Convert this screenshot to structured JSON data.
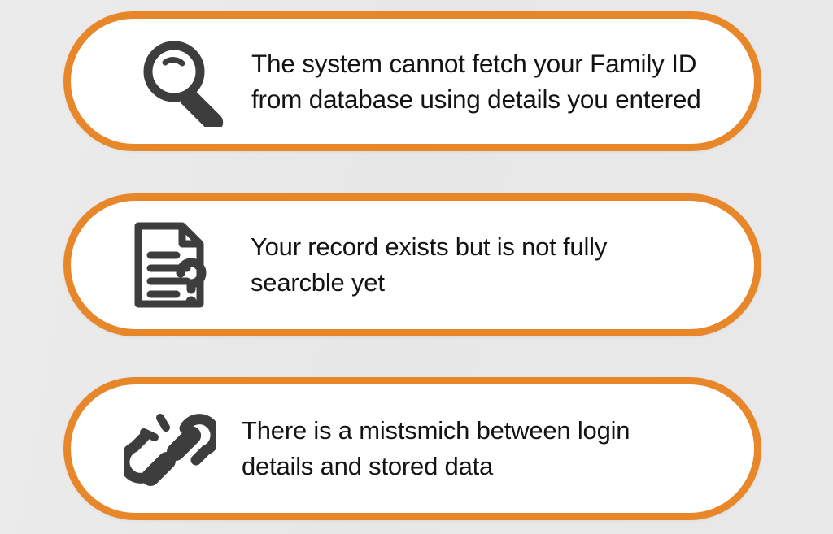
{
  "page": {
    "background_color": "#e9e9e9",
    "accent_color": "#e8862a",
    "card_background": "#ffffff",
    "text_color": "#131313",
    "icon_color": "#3d3d3d"
  },
  "cards": [
    {
      "icon": "magnifying-glass-icon",
      "text": "The system cannot fetch your Family ID\nfrom database using details you entered"
    },
    {
      "icon": "document-question-icon",
      "text": "Your record exists but is not fully\nsearcble yet"
    },
    {
      "icon": "broken-chain-icon",
      "text": "There is a mistsmich between login\ndetails and stored data"
    }
  ]
}
